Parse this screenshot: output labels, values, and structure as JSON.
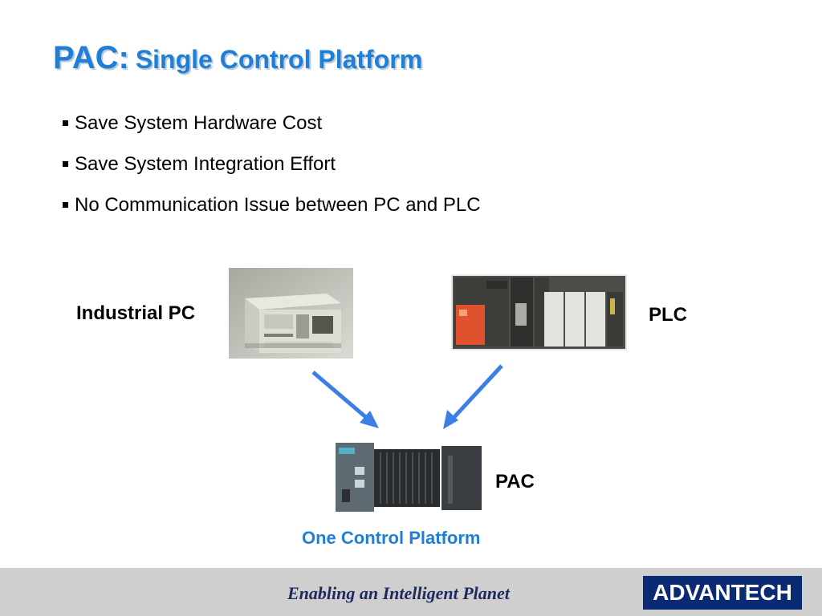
{
  "title": {
    "main": "PAC:",
    "sub": "Single Control Platform"
  },
  "bullets": [
    "Save System Hardware Cost",
    "Save System Integration Effort",
    "No Communication Issue between PC and PLC"
  ],
  "labels": {
    "industrial_pc": "Industrial PC",
    "plc": "PLC",
    "pac": "PAC"
  },
  "caption": "One Control Platform",
  "footer": {
    "tagline": "Enabling an Intelligent Planet",
    "logo": "ADVANTECH"
  },
  "colors": {
    "title": "#1f7fd6",
    "arrow": "#3b7fe6",
    "footer_bg": "#cfcfcf",
    "logo_bg": "#0a2a73",
    "tagline": "#1e2a5c"
  },
  "icons": [
    "industrial-pc-image",
    "plc-image",
    "pac-image",
    "arrow-icon",
    "advantech-logo"
  ]
}
